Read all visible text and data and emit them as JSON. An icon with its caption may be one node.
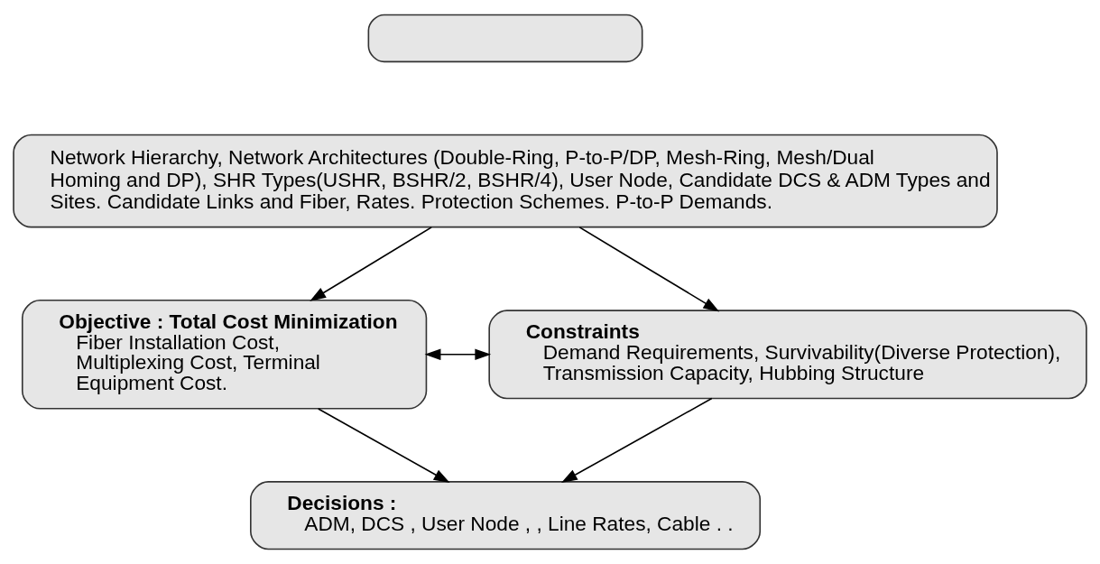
{
  "diagram": {
    "nodes": [
      {
        "text": [],
        "shape": "box"
      },
      {
        "text": [
          "Network Hierarchy, Network Architectures (Double-Ring, P-to-P/DP, Mesh-Ring, Mesh/Dual Homing and DP), SHR Types(USHR, BSHR/2, BSHR/4), User Node, Candidate DCS & ADM Types and Sites. Candidate Links and Fiber, Rates. Protection Schemes. P-to-P Demands."
        ]
      },
      {
        "text": [
          "Objective : Total Cost Minimization",
          "Fiber Installation Cost, Multiplexing Cost, Terminal Equipment Cost."
        ]
      },
      {
        "text": [
          "Constraints",
          "Demand Requirements, Survivability(Diverse Protection), Transmission Capacity, Hubbing Structure"
        ]
      },
      {
        "text": [
          "Decisions :",
          "ADM, DCS , User Node , , Line Rates, Cable . ."
        ]
      }
    ],
    "edges": [
      {
        "from": 1,
        "to": 2,
        "arrow": "to"
      },
      {
        "from": 1,
        "to": 3,
        "arrow": "to"
      },
      {
        "from": 2,
        "to": 3,
        "arrow": "both"
      },
      {
        "from": 2,
        "to": 4,
        "arrow": "to"
      },
      {
        "from": 3,
        "to": 4,
        "arrow": "to"
      }
    ]
  }
}
